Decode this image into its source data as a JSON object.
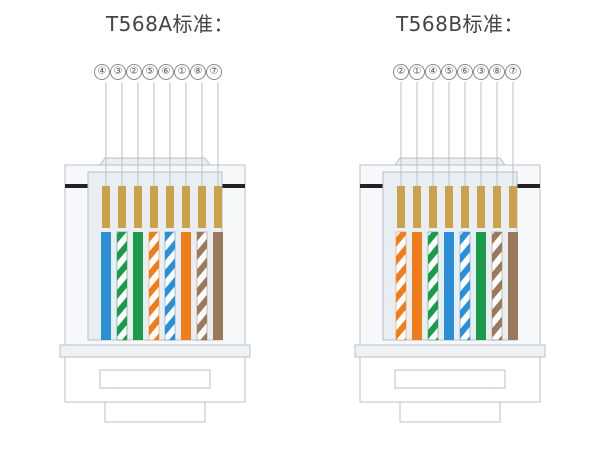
{
  "diagram": {
    "standards": [
      {
        "title": "T568A标准：",
        "pin_labels": [
          "④",
          "③",
          "②",
          "⑤",
          "⑥",
          "①",
          "⑧",
          "⑦"
        ],
        "wires": [
          {
            "color": "#2a8fd6",
            "striped": false
          },
          {
            "color": "#1a9a4a",
            "striped": true
          },
          {
            "color": "#1a9a4a",
            "striped": false
          },
          {
            "color": "#f07d1c",
            "striped": true
          },
          {
            "color": "#2a8fd6",
            "striped": true
          },
          {
            "color": "#f07d1c",
            "striped": false
          },
          {
            "color": "#9a7a5a",
            "striped": true
          },
          {
            "color": "#9a7a5a",
            "striped": false
          }
        ]
      },
      {
        "title": "T568B标准：",
        "pin_labels": [
          "②",
          "①",
          "④",
          "⑤",
          "⑥",
          "③",
          "⑧",
          "⑦"
        ],
        "wires": [
          {
            "color": "#f07d1c",
            "striped": true
          },
          {
            "color": "#f07d1c",
            "striped": false
          },
          {
            "color": "#1a9a4a",
            "striped": true
          },
          {
            "color": "#2a8fd6",
            "striped": false
          },
          {
            "color": "#2a8fd6",
            "striped": true
          },
          {
            "color": "#1a9a4a",
            "striped": false
          },
          {
            "color": "#9a7a5a",
            "striped": true
          },
          {
            "color": "#9a7a5a",
            "striped": false
          }
        ]
      }
    ],
    "colors": {
      "contact": "#c9a24a",
      "plug_body": "#e9eef2",
      "plug_outline": "#b8c0c6",
      "leader_line": "#bfbfbf",
      "latch_bar": "#222222"
    }
  }
}
